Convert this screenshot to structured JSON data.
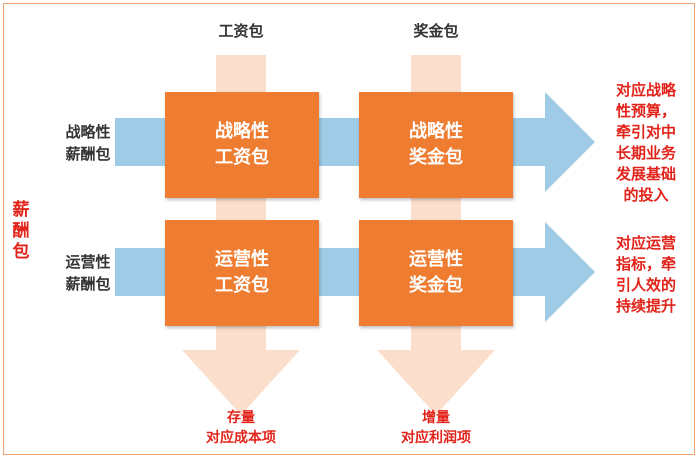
{
  "columns": {
    "salary": "工资包",
    "bonus": "奖金包"
  },
  "side_label": "薪酬包",
  "rows": {
    "strategic": "战略性\n薪酬包",
    "operational": "运营性\n薪酬包"
  },
  "boxes": {
    "strategic_salary": "战略性\n工资包",
    "strategic_bonus": "战略性\n奖金包",
    "operational_salary": "运营性\n工资包",
    "operational_bonus": "运营性\n奖金包"
  },
  "outcomes": {
    "strategic": "对应战略\n性预算，\n牵引对中\n长期业务\n发展基础\n的投入",
    "operational": "对应运营\n指标，牵\n引人效的\n持续提升"
  },
  "bottom": {
    "salary": "存量\n对应成本项",
    "bonus": "增量\n对应利润项"
  },
  "colors": {
    "box": "#ee7d31",
    "horizontal_arrow": "#9fcbe6",
    "vertical_arrow": "#fbdfcc",
    "outcome_text": "#e2231a",
    "border": "#f0a372"
  }
}
